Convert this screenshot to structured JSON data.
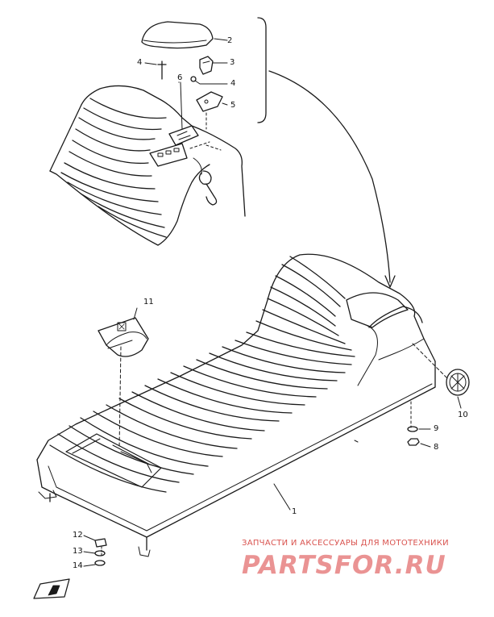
{
  "diagram": {
    "callouts": [
      {
        "id": "c1",
        "text": "1"
      },
      {
        "id": "c2",
        "text": "2"
      },
      {
        "id": "c3",
        "text": "3"
      },
      {
        "id": "c4a",
        "text": "4"
      },
      {
        "id": "c4b",
        "text": "4"
      },
      {
        "id": "c5",
        "text": "5"
      },
      {
        "id": "c6",
        "text": "6"
      },
      {
        "id": "c8",
        "text": "8"
      },
      {
        "id": "c9",
        "text": "9"
      },
      {
        "id": "c10",
        "text": "10"
      },
      {
        "id": "c11",
        "text": "11"
      },
      {
        "id": "c12",
        "text": "12"
      },
      {
        "id": "c13",
        "text": "13"
      },
      {
        "id": "c14",
        "text": "14"
      }
    ],
    "colors": {
      "line": "#1a1a1a",
      "watermark_caption": "#d9534f",
      "watermark_logo": "#e26a6a"
    }
  },
  "watermark": {
    "caption": "ЗАПЧАСТИ И АКСЕССУАРЫ ДЛЯ МОТОТЕХНИКИ",
    "logo": "PARTSFOR.RU"
  }
}
